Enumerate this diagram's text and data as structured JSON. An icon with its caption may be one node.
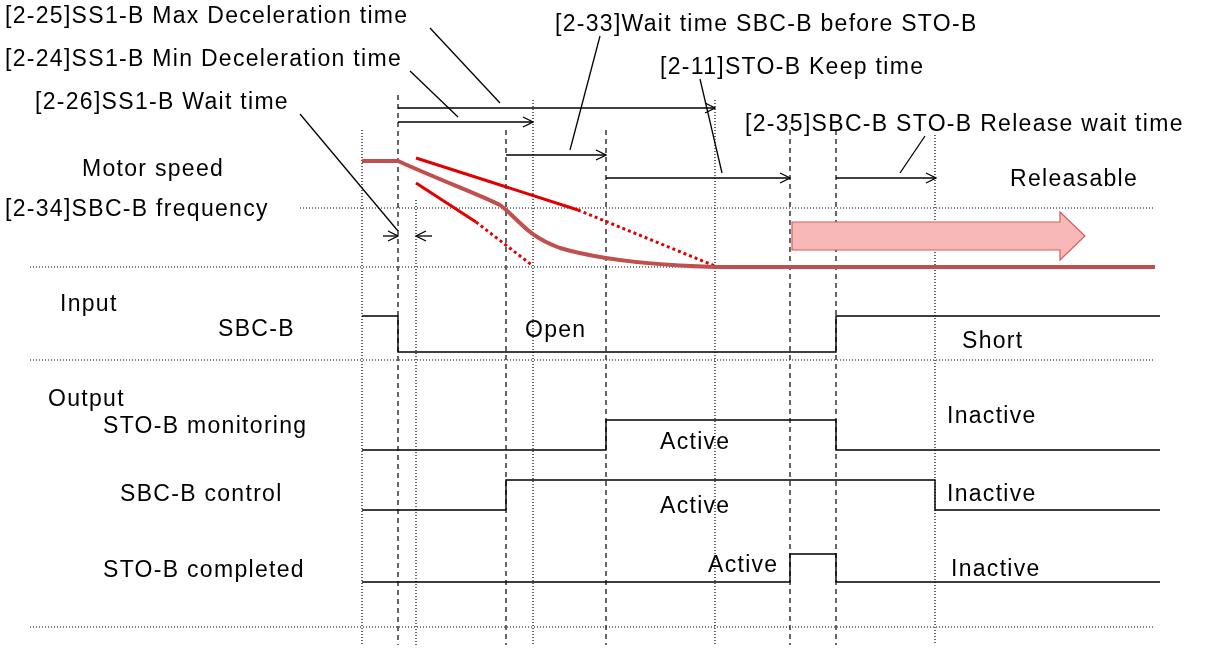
{
  "diagram": {
    "nodes": [
      {
        "text": [
          "[2-25]SS1-B Max Deceleration time"
        ]
      },
      {
        "text": [
          "[2-33]Wait time SBC-B before STO-B"
        ]
      },
      {
        "text": [
          "[2-24]SS1-B Min Deceleration time"
        ]
      },
      {
        "text": [
          "[2-11]STO-B Keep time"
        ]
      },
      {
        "text": [
          "[2-26]SS1-B Wait time"
        ]
      },
      {
        "text": [
          "[2-35]SBC-B STO-B Release wait time"
        ]
      },
      {
        "text": [],
        "shape": "arrow"
      },
      {
        "text": [],
        "shape": "arrow"
      },
      {
        "text": [],
        "shape": "arrow"
      },
      {
        "text": [],
        "shape": "arrow"
      },
      {
        "text": [],
        "shape": "arrow"
      },
      {
        "text": [],
        "shape": "arrow"
      }
    ],
    "edges": [
      {
        "from": 0,
        "to": 6,
        "arrow": "none"
      },
      {
        "from": 1,
        "to": 9,
        "arrow": "none"
      },
      {
        "from": 2,
        "to": 7,
        "arrow": "none"
      },
      {
        "from": 3,
        "to": 10,
        "arrow": "none"
      },
      {
        "from": 4,
        "to": 8,
        "arrow": "none"
      },
      {
        "from": 5,
        "to": 11,
        "arrow": "none"
      }
    ],
    "labels": [
      "Motor speed",
      "[2-34]SBC-B frequency",
      "Releasable",
      "Input",
      "SBC-B",
      "Open",
      "Short",
      "Output",
      "STO-B monitoring",
      "Active",
      "Inactive",
      "SBC-B control",
      "Active",
      "Inactive",
      "STO-B completed",
      "Active",
      "Inactive"
    ]
  }
}
